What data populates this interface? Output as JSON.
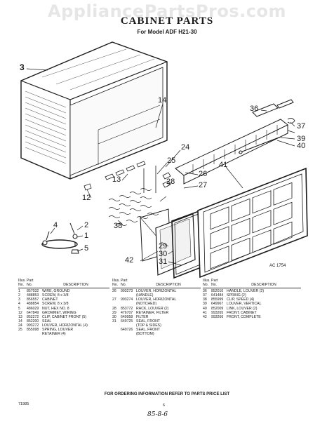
{
  "watermark": "AppliancePartsPros.com",
  "title": "CABINET PARTS",
  "subtitle": "For Model ADF H21-30",
  "figure_code": "AC 1754",
  "callouts": [
    "1",
    "2",
    "3",
    "4",
    "5",
    "12",
    "13",
    "14",
    "24",
    "25",
    "26",
    "27",
    "28",
    "29",
    "30",
    "31",
    "36",
    "37",
    "38",
    "39",
    "40",
    "41",
    "42"
  ],
  "table_headers": {
    "illus": "Illus.",
    "no": "No.",
    "part": "Part",
    "part_no": "No.",
    "description": "DESCRIPTION"
  },
  "parts_left": [
    {
      "illus": "1",
      "part": "857032",
      "description": "WIRE, GROUND"
    },
    {
      "illus": "2",
      "part": "488853",
      "description": "SCREW, 8 x 3/8"
    },
    {
      "illus": "3",
      "part": "856557",
      "description": "CABINET"
    },
    {
      "illus": "4",
      "part": "488854",
      "description": "SCREW, 8 x 3/8"
    },
    {
      "illus": "5",
      "part": "486029",
      "description": "NUT, HEX NO. 8"
    },
    {
      "illus": "12",
      "part": "647849",
      "description": "GROMMET, WIRING"
    },
    {
      "illus": "13",
      "part": "852272",
      "description": "CLIP, CABINET FRONT (5)"
    },
    {
      "illus": "14",
      "part": "852200",
      "description": "SEAL"
    },
    {
      "illus": "24",
      "part": "993272",
      "description": "LOUVER, HORIZONTAL (4)"
    },
    {
      "illus": "25",
      "part": "855998",
      "description": "SPRING, LOUVER"
    },
    {
      "illus": "",
      "part": "",
      "description": "RETAINER (4)"
    }
  ],
  "parts_middle": [
    {
      "illus": "26",
      "part": "993273",
      "description": "LOUVER, HORIZONTAL"
    },
    {
      "illus": "",
      "part": "",
      "description": "(HANDLE)"
    },
    {
      "illus": "27",
      "part": "993274",
      "description": "LOUVER, HORIZONTAL"
    },
    {
      "illus": "",
      "part": "",
      "description": "(NOTCHED)"
    },
    {
      "illus": "28",
      "part": "853772",
      "description": "RACK, LOUVER (2)"
    },
    {
      "illus": "29",
      "part": "476707",
      "description": "RETAINER, FILTER"
    },
    {
      "illus": "30",
      "part": "649958",
      "description": "FILTER"
    },
    {
      "illus": "31",
      "part": "649725",
      "description": "SEAL, FRONT"
    },
    {
      "illus": "",
      "part": "",
      "description": "(TOP & SIDES)"
    },
    {
      "illus": "",
      "part": "649726",
      "description": "SEAL, FRONT"
    },
    {
      "illus": "",
      "part": "",
      "description": "(BOTTOM)"
    }
  ],
  "parts_right": [
    {
      "illus": "36",
      "part": "852010",
      "description": "HANDLE, LOUVER (2)"
    },
    {
      "illus": "37",
      "part": "641484",
      "description": "SPRING (2)"
    },
    {
      "illus": "38",
      "part": "855999",
      "description": "CLIP, SPEED (4)"
    },
    {
      "illus": "39",
      "part": "649967",
      "description": "LOUVER, VERTICAL"
    },
    {
      "illus": "40",
      "part": "852009",
      "description": "LINK, LOUVER (2)"
    },
    {
      "illus": "41",
      "part": "993265",
      "description": "FRONT, CABINET"
    },
    {
      "illus": "42",
      "part": "993266",
      "description": "FRONT, COMPLETE"
    }
  ],
  "footer": "FOR ORDERING INFORMATION REFER TO PARTS PRICE LIST",
  "bottom_left": "71985",
  "page_number": "6",
  "handwritten": "85-8-6"
}
